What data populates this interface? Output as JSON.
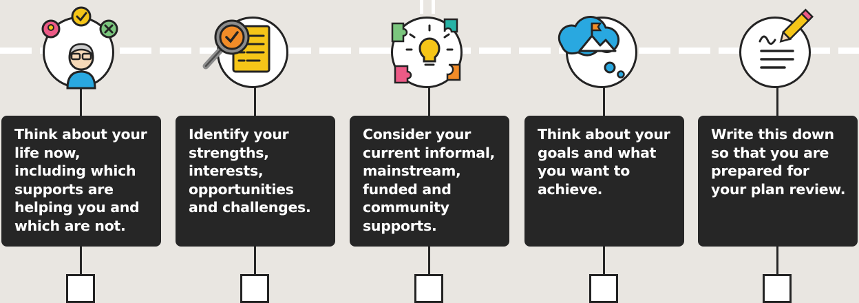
{
  "steps": [
    {
      "text": "Think about your life now, including which supports are helping you and which are not.",
      "icon": "person-with-choices-icon"
    },
    {
      "text": "Identify your strengths, interests, opportunities and challenges.",
      "icon": "magnifier-checklist-icon"
    },
    {
      "text": "Consider your current informal, mainstream, funded and community supports.",
      "icon": "lightbulb-puzzle-icon"
    },
    {
      "text": "Think about your goals and what you want to achieve.",
      "icon": "goal-cloud-flag-icon"
    },
    {
      "text": "Write this down so that you are prepared for your plan review.",
      "icon": "pencil-writing-icon"
    }
  ],
  "colors": {
    "background": "#e9e6e1",
    "card": "#262626",
    "card_text": "#ffffff",
    "yellow": "#f5c518",
    "green": "#7bc67e",
    "pink": "#ec5a86",
    "blue": "#29a8e0",
    "orange": "#f28c28",
    "teal": "#26b3a6"
  }
}
